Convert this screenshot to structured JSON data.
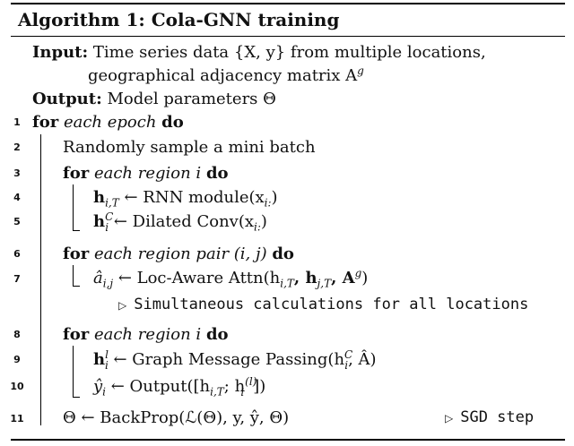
{
  "title": "Algorithm 1: Cola-GNN training",
  "input_label": "Input:",
  "input_line1": "Time series data {X, y} from multiple locations,",
  "input_line2": "geographical adjacency matrix A",
  "input_line2_sup": "g",
  "output_label": "Output:",
  "output_text": "Model parameters Θ",
  "line_numbers": [
    "1",
    "2",
    "3",
    "4",
    "5",
    "6",
    "7",
    "8",
    "9",
    "10",
    "11"
  ],
  "steps": {
    "s1_kw1": "for",
    "s1_it": "each epoch",
    "s1_kw2": "do",
    "s2": "Randomly sample a mini batch",
    "s3_kw1": "for",
    "s3_it": "each region i",
    "s3_kw2": "do",
    "s4": "h",
    "s4_sub": "i,T",
    "s4_rest": " ← RNN module(x",
    "s4_sub2": "i:",
    "s4_end": ")",
    "s5": "h",
    "s5_sup": "C",
    "s5_sub": "i",
    "s5_rest": " ← Dilated Conv(x",
    "s5_sub2": "i:",
    "s5_end": ")",
    "s6_kw1": "for",
    "s6_it": "each region pair (i, j)",
    "s6_kw2": "do",
    "s7": "â",
    "s7_sub": "i,j",
    "s7_rest": " ← Loc-Aware Attn(h",
    "s7_sub2": "i,T",
    "s7_mid": ", h",
    "s7_sub3": "j,T",
    "s7_mid2": ", A",
    "s7_sup": "g",
    "s7_end": ")",
    "s7_comment": "Simultaneous calculations for all locations",
    "s8_kw1": "for",
    "s8_it": "each region i",
    "s8_kw2": "do",
    "s9": "h",
    "s9_sup": "l",
    "s9_sub": "i",
    "s9_rest": " ← Graph Message Passing(h",
    "s9_sup2": "C",
    "s9_sub2": "i",
    "s9_end": ", Â)",
    "s10": "ŷ",
    "s10_sub": "i",
    "s10_rest": " ← Output([h",
    "s10_sub2": "i,T",
    "s10_mid": "; h",
    "s10_sup": "(l)",
    "s10_sub3": "i",
    "s10_end": "])",
    "s11": "Θ ← BackProp(ℒ(Θ), y, ŷ, Θ)",
    "s11_comment": "SGD step"
  },
  "icons": {
    "comment_marker": "▷"
  }
}
